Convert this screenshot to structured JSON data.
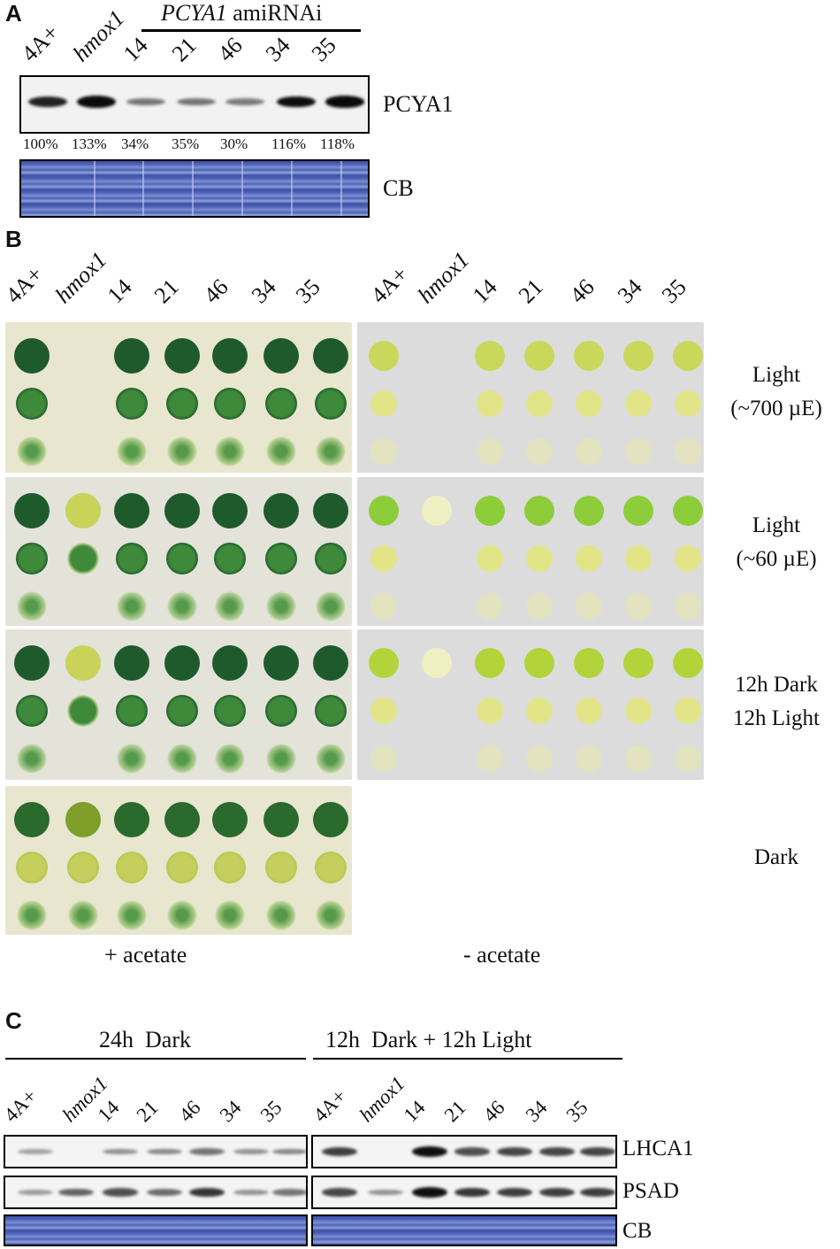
{
  "panel_a": {
    "label": "A",
    "lanes": [
      "4A+",
      "hmox1",
      "14",
      "21",
      "46",
      "34",
      "35"
    ],
    "group_italic": "PCYA1",
    "group_suffix": "amiRNAi",
    "blot_label": "PCYA1",
    "percentages": [
      "100%",
      "133%",
      "34%",
      "35%",
      "30%",
      "116%",
      "118%"
    ],
    "levels": [
      1.0,
      1.33,
      0.34,
      0.35,
      0.3,
      1.16,
      1.18
    ],
    "cb_label": "CB"
  },
  "panel_b": {
    "label": "B",
    "lanes_left": [
      "4A+",
      "hmox1",
      "14",
      "21",
      "46",
      "34",
      "35"
    ],
    "lanes_right": [
      "4A+",
      "hmox1",
      "14",
      "21",
      "46",
      "34",
      "35"
    ],
    "conditions": [
      {
        "line1": "Light",
        "line2": "(~700 µE)"
      },
      {
        "line1": "Light",
        "line2": "(~60 µE)"
      },
      {
        "line1": "12h Dark",
        "line2": "12h Light"
      },
      {
        "line1": "Dark",
        "line2": ""
      }
    ],
    "plus_acetate": "+ acetate",
    "minus_acetate": "- acetate",
    "colors": {
      "dark_green": "#1f5a2c",
      "yellow_green": "#c9d85a",
      "plate_cream": "#e8e6cf",
      "plate_grey": "#dcdcdc"
    }
  },
  "panel_c": {
    "label": "C",
    "group_left": "24h  Dark",
    "group_right": "12h  Dark + 12h Light",
    "lanes_left": [
      "4A+",
      "hmox1",
      "14",
      "21",
      "46",
      "34",
      "35"
    ],
    "lanes_right": [
      "4A+",
      "hmox1",
      "14",
      "21",
      "46",
      "34",
      "35"
    ],
    "blot_labels": [
      "LHCA1",
      "PSAD",
      "CB"
    ]
  }
}
